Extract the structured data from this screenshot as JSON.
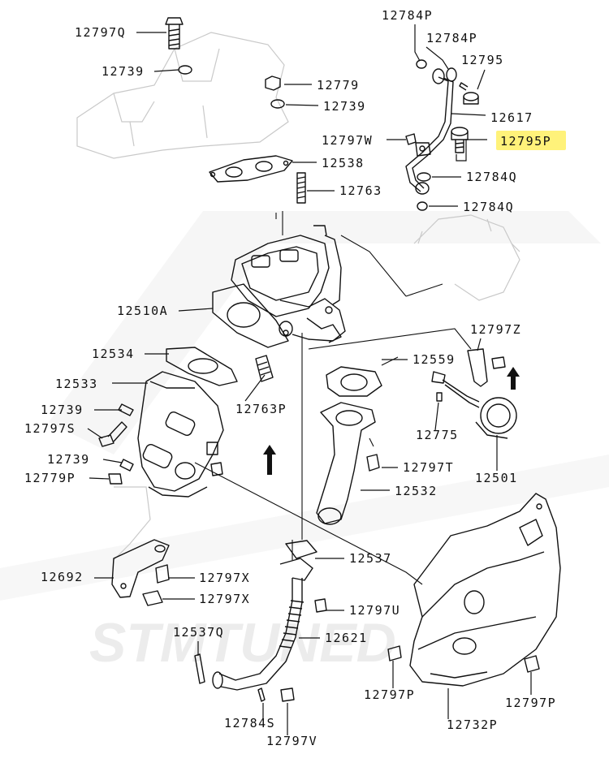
{
  "watermark": {
    "text": "STMTUNED",
    "color": "#e9e9e9"
  },
  "highlight": {
    "color": "#fff27a",
    "part": "12795P"
  },
  "callouts": [
    "12797Q",
    "12739",
    "12779",
    "12739",
    "12784P",
    "12784P",
    "12795",
    "12617",
    "12797W",
    "12795P",
    "12538",
    "12784Q",
    "12763",
    "12784Q",
    "12510A",
    "12534",
    "12797Z",
    "12559",
    "12533",
    "12763P",
    "12739",
    "12797S",
    "12775",
    "12739",
    "12797T",
    "12501",
    "12779P",
    "12532",
    "12537",
    "12692",
    "12797X",
    "12797X",
    "12797U",
    "12537Q",
    "12621",
    "12797P",
    "12797P",
    "12784S",
    "12732P",
    "12797V"
  ]
}
